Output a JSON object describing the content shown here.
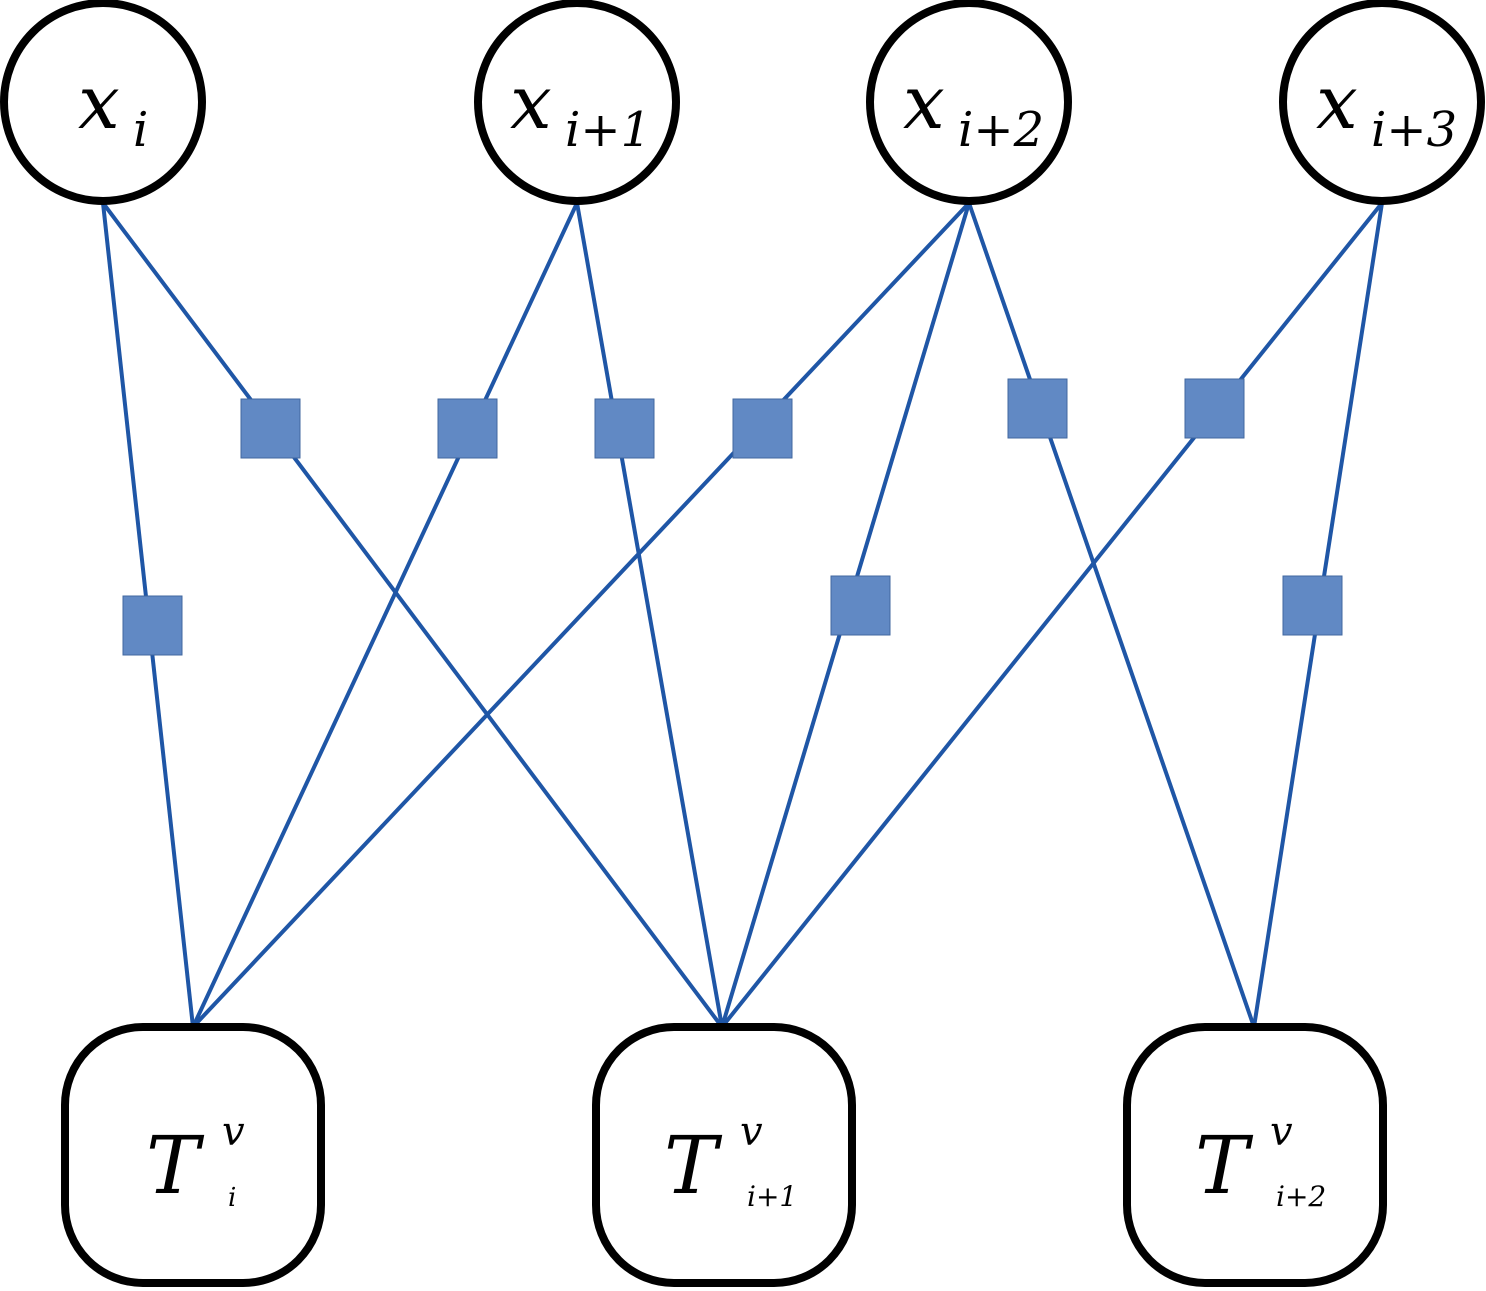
{
  "variables": [
    {
      "base": "x",
      "sub": "i"
    },
    {
      "base": "x",
      "sub": "i+1"
    },
    {
      "base": "x",
      "sub": "i+2"
    },
    {
      "base": "x",
      "sub": "i+3"
    }
  ],
  "t_nodes": [
    {
      "base": "T",
      "sup": "v",
      "sub": "i"
    },
    {
      "base": "T",
      "sup": "v",
      "sub": "i+1"
    },
    {
      "base": "T",
      "sup": "v",
      "sub": "i+2"
    }
  ],
  "edges": [
    {
      "from_var": 0,
      "to_t": 0
    },
    {
      "from_var": 0,
      "to_t": 1
    },
    {
      "from_var": 1,
      "to_t": 0
    },
    {
      "from_var": 1,
      "to_t": 1
    },
    {
      "from_var": 2,
      "to_t": 0
    },
    {
      "from_var": 2,
      "to_t": 1
    },
    {
      "from_var": 2,
      "to_t": 2
    },
    {
      "from_var": 3,
      "to_t": 1
    },
    {
      "from_var": 3,
      "to_t": 2
    }
  ],
  "colors": {
    "edge": "#1f56a6",
    "factor": "#6189c4",
    "node_stroke": "#000000"
  }
}
